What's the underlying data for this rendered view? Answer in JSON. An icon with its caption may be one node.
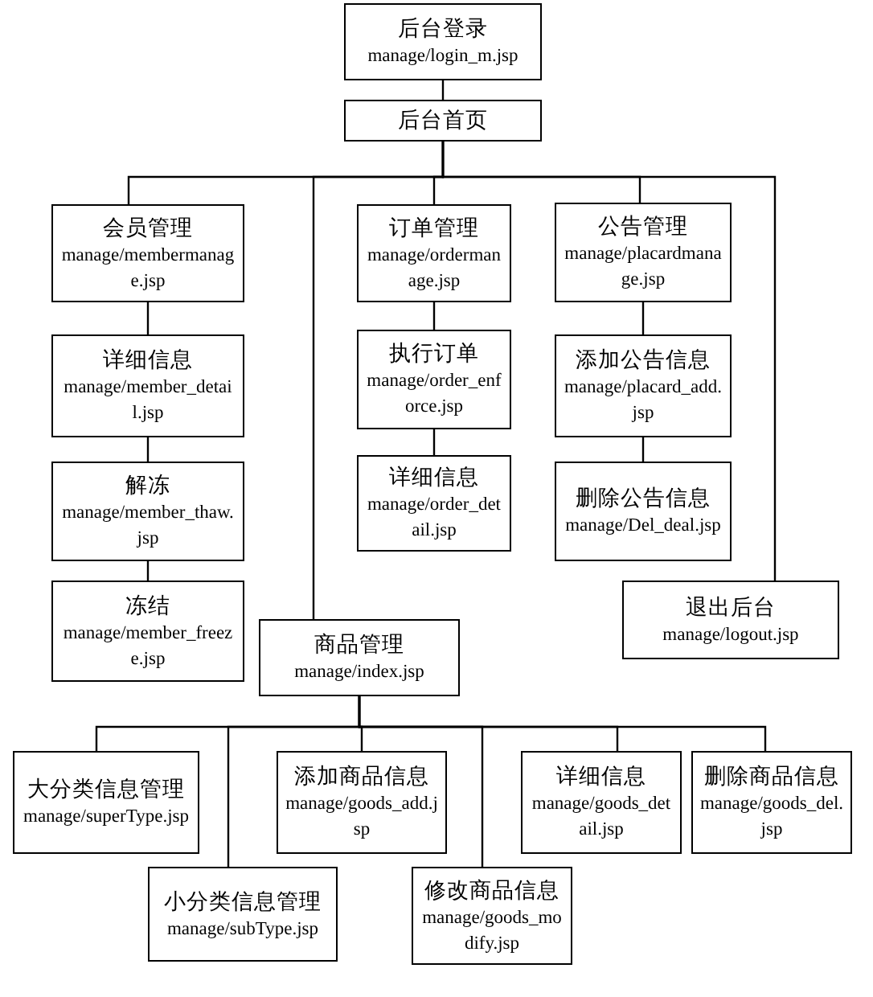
{
  "diagram": {
    "nodes": [
      {
        "text": [
          "后台登录",
          "manage/login_m.jsp"
        ]
      },
      {
        "text": [
          "后台首页"
        ]
      },
      {
        "text": [
          "会员管理",
          "manage/membermanage.jsp"
        ]
      },
      {
        "text": [
          "订单管理",
          "manage/ordermanage.jsp"
        ]
      },
      {
        "text": [
          "公告管理",
          "manage/placardmanage.jsp"
        ]
      },
      {
        "text": [
          "详细信息",
          "manage/member_detail.jsp"
        ]
      },
      {
        "text": [
          "执行订单",
          "manage/order_enforce.jsp"
        ]
      },
      {
        "text": [
          "添加公告信息",
          "manage/placard_add.jsp"
        ]
      },
      {
        "text": [
          "解冻",
          "manage/member_thaw.jsp"
        ]
      },
      {
        "text": [
          "详细信息",
          "manage/order_detail.jsp"
        ]
      },
      {
        "text": [
          "删除公告信息",
          "manage/Del_deal.jsp"
        ]
      },
      {
        "text": [
          "退出后台",
          "manage/logout.jsp"
        ]
      },
      {
        "text": [
          "冻结",
          "manage/member_freeze.jsp"
        ]
      },
      {
        "text": [
          "商品管理",
          "manage/index.jsp"
        ]
      },
      {
        "text": [
          "大分类信息管理",
          "manage/superType.jsp"
        ]
      },
      {
        "text": [
          "添加商品信息",
          "manage/goods_add.jsp"
        ]
      },
      {
        "text": [
          "详细信息",
          "manage/goods_detail.jsp"
        ]
      },
      {
        "text": [
          "删除商品信息",
          "manage/goods_del.jsp"
        ]
      },
      {
        "text": [
          "小分类信息管理",
          "manage/subType.jsp"
        ]
      },
      {
        "text": [
          "修改商品信息",
          "manage/goods_modify.jsp"
        ]
      }
    ],
    "edges": [
      {
        "from": 0,
        "to": 1,
        "arrow": "none"
      },
      {
        "from": 1,
        "to": 2,
        "arrow": "none"
      },
      {
        "from": 1,
        "to": 13,
        "arrow": "none"
      },
      {
        "from": 1,
        "to": 3,
        "arrow": "none"
      },
      {
        "from": 1,
        "to": 4,
        "arrow": "none"
      },
      {
        "from": 1,
        "to": 11,
        "arrow": "none"
      },
      {
        "from": 2,
        "to": 5,
        "arrow": "none"
      },
      {
        "from": 5,
        "to": 8,
        "arrow": "none"
      },
      {
        "from": 8,
        "to": 12,
        "arrow": "none"
      },
      {
        "from": 3,
        "to": 6,
        "arrow": "none"
      },
      {
        "from": 6,
        "to": 9,
        "arrow": "none"
      },
      {
        "from": 4,
        "to": 7,
        "arrow": "none"
      },
      {
        "from": 7,
        "to": 10,
        "arrow": "none"
      },
      {
        "from": 13,
        "to": 14,
        "arrow": "none"
      },
      {
        "from": 13,
        "to": 18,
        "arrow": "none"
      },
      {
        "from": 13,
        "to": 15,
        "arrow": "none"
      },
      {
        "from": 13,
        "to": 19,
        "arrow": "none"
      },
      {
        "from": 13,
        "to": 16,
        "arrow": "none"
      },
      {
        "from": 13,
        "to": 17,
        "arrow": "none"
      }
    ]
  }
}
